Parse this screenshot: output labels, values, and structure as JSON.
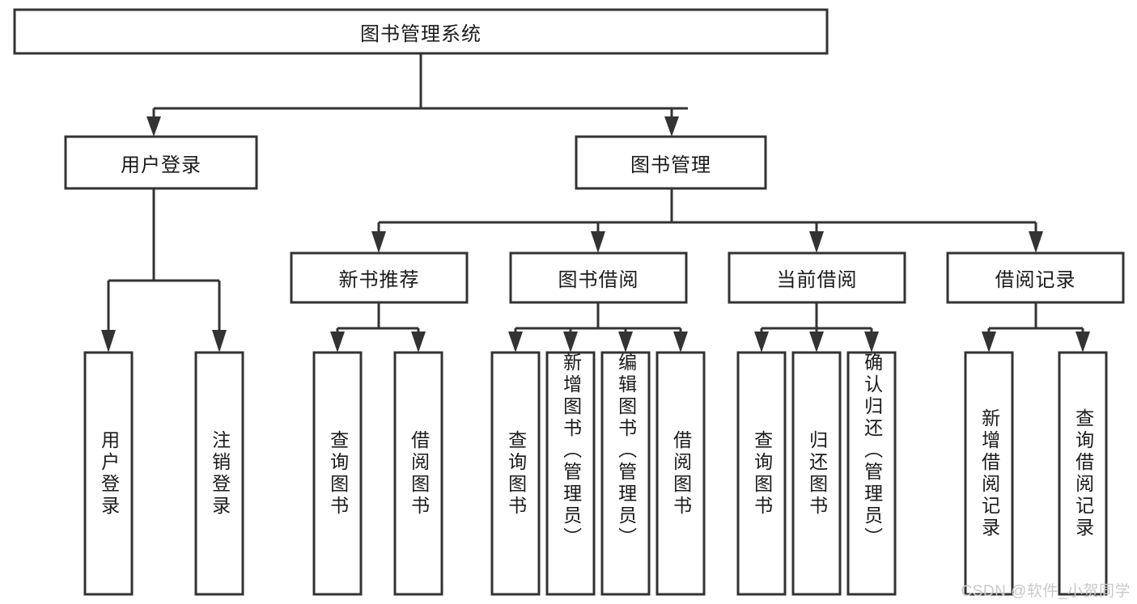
{
  "diagram": {
    "title": "图书管理系统",
    "type": "hierarchy-tree",
    "watermark": "CSDN @软件_小贺同学",
    "colors": {
      "stroke": "#333333",
      "box_fill": "#ffffff",
      "text": "#1a1a1a",
      "watermark": "#c9c9c9",
      "background": "#ffffff"
    },
    "levels": {
      "root": {
        "label": "图书管理系统"
      },
      "level2": [
        {
          "label": "用户登录"
        },
        {
          "label": "图书管理"
        }
      ],
      "level3": [
        {
          "label": "新书推荐"
        },
        {
          "label": "图书借阅"
        },
        {
          "label": "当前借阅"
        },
        {
          "label": "借阅记录"
        }
      ],
      "leaves": [
        {
          "label": "用户登录",
          "parent": "用户登录"
        },
        {
          "label": "注销登录",
          "parent": "用户登录"
        },
        {
          "label": "查询图书",
          "parent": "新书推荐"
        },
        {
          "label": "借阅图书",
          "parent": "新书推荐"
        },
        {
          "label": "查询图书",
          "parent": "图书借阅"
        },
        {
          "label": "新增图书（管理员）",
          "parent": "图书借阅"
        },
        {
          "label": "编辑图书（管理员）",
          "parent": "图书借阅"
        },
        {
          "label": "借阅图书",
          "parent": "图书借阅"
        },
        {
          "label": "查询图书",
          "parent": "当前借阅"
        },
        {
          "label": "归还图书",
          "parent": "当前借阅"
        },
        {
          "label": "确认归还（管理员）",
          "parent": "当前借阅"
        },
        {
          "label": "新增借阅记录",
          "parent": "借阅记录"
        },
        {
          "label": "查询借阅记录",
          "parent": "借阅记录"
        }
      ]
    }
  },
  "chart_data": {
    "type": "table",
    "title": "图书管理系统",
    "nodes": [
      {
        "id": "root",
        "label": "图书管理系统",
        "level": 0
      },
      {
        "id": "l2-0",
        "label": "用户登录",
        "level": 1
      },
      {
        "id": "l2-1",
        "label": "图书管理",
        "level": 1
      },
      {
        "id": "l3-0",
        "label": "新书推荐",
        "level": 2
      },
      {
        "id": "l3-1",
        "label": "图书借阅",
        "level": 2
      },
      {
        "id": "l3-2",
        "label": "当前借阅",
        "level": 2
      },
      {
        "id": "l3-3",
        "label": "借阅记录",
        "level": 2
      },
      {
        "id": "lf-0",
        "label": "用户登录",
        "level": 3
      },
      {
        "id": "lf-1",
        "label": "注销登录",
        "level": 3
      },
      {
        "id": "lf-2",
        "label": "查询图书",
        "level": 3
      },
      {
        "id": "lf-3",
        "label": "借阅图书",
        "level": 3
      },
      {
        "id": "lf-4",
        "label": "查询图书",
        "level": 3
      },
      {
        "id": "lf-5",
        "label": "新增图书（管理员）",
        "level": 3
      },
      {
        "id": "lf-6",
        "label": "编辑图书（管理员）",
        "level": 3
      },
      {
        "id": "lf-7",
        "label": "借阅图书",
        "level": 3
      },
      {
        "id": "lf-8",
        "label": "查询图书",
        "level": 3
      },
      {
        "id": "lf-9",
        "label": "归还图书",
        "level": 3
      },
      {
        "id": "lf-10",
        "label": "确认归还（管理员）",
        "level": 3
      },
      {
        "id": "lf-11",
        "label": "新增借阅记录",
        "level": 3
      },
      {
        "id": "lf-12",
        "label": "查询借阅记录",
        "level": 3
      }
    ],
    "edges": [
      {
        "from": "root",
        "to": "l2-0"
      },
      {
        "from": "root",
        "to": "l2-1"
      },
      {
        "from": "l2-1",
        "to": "l3-0"
      },
      {
        "from": "l2-1",
        "to": "l3-1"
      },
      {
        "from": "l2-1",
        "to": "l3-2"
      },
      {
        "from": "l2-1",
        "to": "l3-3"
      },
      {
        "from": "l2-0",
        "to": "lf-0"
      },
      {
        "from": "l2-0",
        "to": "lf-1"
      },
      {
        "from": "l3-0",
        "to": "lf-2"
      },
      {
        "from": "l3-0",
        "to": "lf-3"
      },
      {
        "from": "l3-1",
        "to": "lf-4"
      },
      {
        "from": "l3-1",
        "to": "lf-5"
      },
      {
        "from": "l3-1",
        "to": "lf-6"
      },
      {
        "from": "l3-1",
        "to": "lf-7"
      },
      {
        "from": "l3-2",
        "to": "lf-8"
      },
      {
        "from": "l3-2",
        "to": "lf-9"
      },
      {
        "from": "l3-2",
        "to": "lf-10"
      },
      {
        "from": "l3-3",
        "to": "lf-11"
      },
      {
        "from": "l3-3",
        "to": "lf-12"
      }
    ]
  }
}
